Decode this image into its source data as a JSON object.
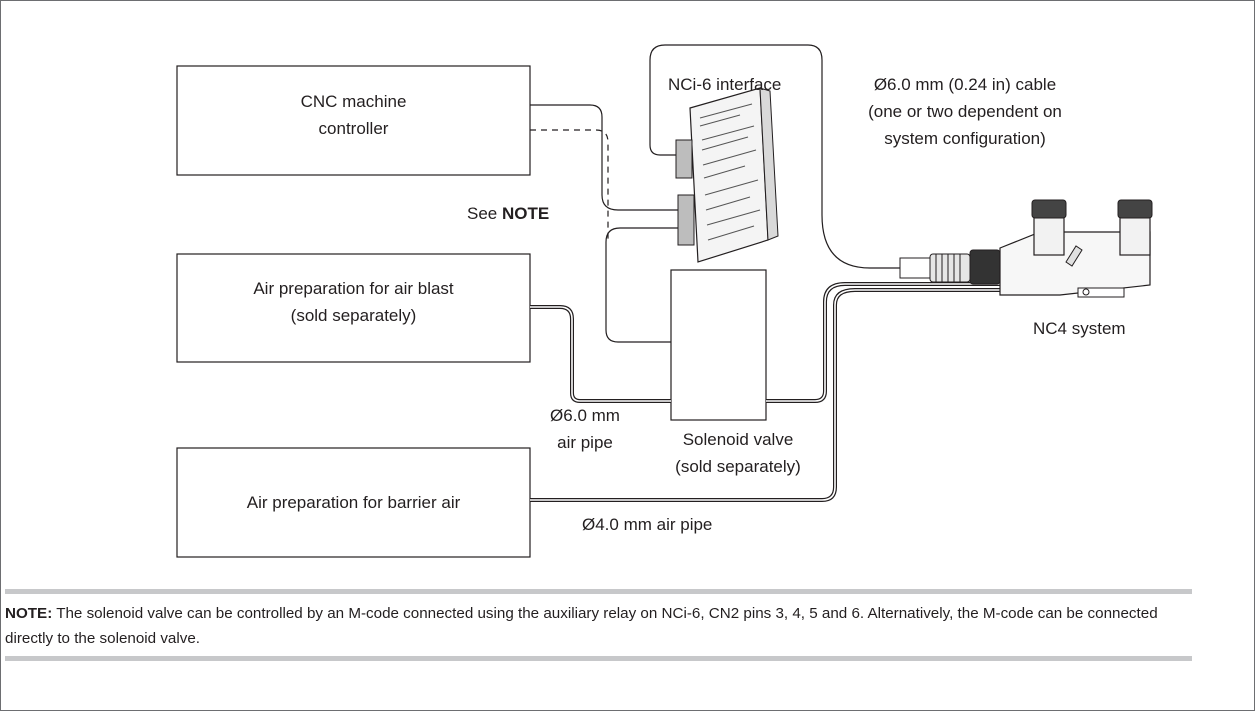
{
  "boxes": {
    "cnc": [
      "CNC machine",
      "controller"
    ],
    "air_blast": [
      "Air preparation for air blast",
      "(sold separately)"
    ],
    "barrier_air": "Air preparation for barrier air"
  },
  "labels": {
    "interface": "NCi-6 interface",
    "cable": [
      "Ø6.0 mm (0.24 in) cable",
      "(one or two dependent on",
      "system configuration)"
    ],
    "see_note_prefix": "See ",
    "see_note_bold": "NOTE",
    "nc4": "NC4 system",
    "pipe6": [
      "Ø6.0 mm",
      "air pipe"
    ],
    "solenoid": [
      "Solenoid valve",
      "(sold separately)"
    ],
    "pipe4": "Ø4.0 mm air pipe"
  },
  "note": {
    "heading": "NOTE:",
    "text": " The solenoid valve can be controlled by an M-code connected using the auxiliary relay on NCi-6, CN2 pins 3, 4, 5 and 6. Alternatively, the M-code can be connected directly to the solenoid valve."
  }
}
